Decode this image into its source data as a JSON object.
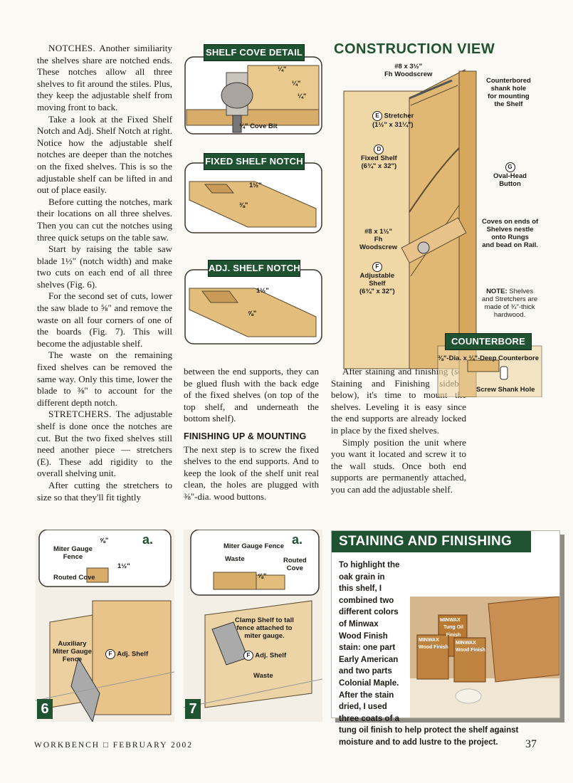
{
  "column1": {
    "p1_runin": "NOTCHES.",
    "p1_text": "Another similiarity the shelves share are notched ends. These notches allow all three shelves to fit around the stiles. Plus, they keep the adjustable shelf from moving front to back.",
    "p2_text": "Take a look at the Fixed Shelf Notch and Adj. Shelf Notch at right. Notice how the adjustable shelf notches are deeper than the notches on the fixed shelves. This is so the adjustable shelf can be lifted in and out of place easily.",
    "p3_text": "Before cutting the notches, mark their locations on all three shelves. Then you can cut the notches using three quick setups on the table saw.",
    "p4_text": "Start by raising the table saw blade 1½\" (notch width) and make two cuts on each end of all three shelves (Fig. 6).",
    "p5_text": "For the second set of cuts, lower the saw blade to ⅝\" and remove the waste on all four corners of one of the boards (Fig. 7). This will become the adjustable shelf.",
    "p6_text": "The waste on the remaining fixed shelves can be removed the same way. Only this time, lower the blade to ⅜\" to account for the different depth notch.",
    "p7_runin": "STRETCHERS.",
    "p7_text": "The adjustable shelf is done once the notches are cut. But the two fixed shelves still need another piece — stretchers (E). These add rigidity to the overall shelving unit.",
    "p8_text": "After cutting the stretchers to size so that they'll fit tightly"
  },
  "column2": {
    "p1_text": "between the end supports, they can be glued flush with the back edge of the fixed shelves (on top of the top shelf, and underneath the bottom shelf).",
    "subhead": "FINISHING UP & MOUNTING",
    "p2_text": "The next step is to screw the fixed shelves to the end supports. And to keep the look of the shelf unit real clean, the holes are plugged with ⅜\"-dia. wood buttons."
  },
  "column3": {
    "p1_text": "After staining and finishing (see Staining and Finishing sidebar below), it's time to mount the shelves. Leveling it is easy since the end supports are already locked in place by the fixed shelves.",
    "p2_text": "Simply position the unit where you want it located and screw it to the wall studs. Once both end supports are permanently attached, you can add the adjustable shelf."
  },
  "shelf_cove": {
    "title": "SHELF COVE DETAIL",
    "dim1": "¼\"",
    "dim2": "¼\"",
    "dim3": "¼\"",
    "bit": "¼\" Cove Bit"
  },
  "fixed_notch": {
    "title": "FIXED SHELF NOTCH",
    "dim_w": "1½\"",
    "dim_d": "⅜\""
  },
  "adj_notch": {
    "title": "ADJ. SHELF NOTCH",
    "dim_w": "1½\"",
    "dim_d": "⅝\""
  },
  "construction": {
    "title": "CONSTRUCTION VIEW",
    "screw_top": "#8 x 3½\"\nFh Woodscrew",
    "counterbored": "Counterbored\nshank hole\nfor mounting\nthe Shelf",
    "stretcher_letter": "E",
    "stretcher": "Stretcher\n(1½\" x 31¼\")",
    "fixed_letter": "D",
    "fixed": "Fixed Shelf\n(6¾\" x 32\")",
    "button_letter": "G",
    "button": "Oval-Head\nButton",
    "screw_mid": "#8 x 1½\"\nFh\nWoodscrew",
    "coves": "Coves on ends of\nShelves nestle\nonto Rungs\nand bead on Rail.",
    "adj_letter": "F",
    "adj": "Adjustable\nShelf\n(6¾\" x 32\")",
    "note_label": "NOTE:",
    "note": "Shelves\nand Stretchers are\nmade of ¾\"-thick\nhardwood.",
    "counterbore_title": "COUNTERBORE",
    "counterbore_dim": "⅜\"-Dia. x ¼\"-Deep Counterbore",
    "shank_hole": "Screw Shank Hole"
  },
  "fig6": {
    "number": "6",
    "inset": "a.",
    "dim_top": "⅝\"",
    "miter_fence": "Miter Gauge\nFence",
    "routed_cove": "Routed Cove",
    "dim_side": "1½\"",
    "aux_fence": "Auxiliary\nMiter Gauge\nFence",
    "part_letter": "F",
    "part": "Adj. Shelf"
  },
  "fig7": {
    "number": "7",
    "inset": "a.",
    "miter_fence": "Miter Gauge Fence",
    "waste": "Waste",
    "routed_cove": "Routed\nCove",
    "dim": "⅝\"",
    "clamp": "Clamp Shelf to tall\nfence attached to\nmiter gauge.",
    "part_letter": "F",
    "part": "Adj. Shelf",
    "waste2": "Waste"
  },
  "sidebar": {
    "title": "STAINING AND FINISHING",
    "body": "To highlight the oak grain in this shelf, I combined two different colors of Minwax Wood Finish stain: one part Early American and two parts Colonial Maple. After the stain dried, I used three coats of a tung oil finish to help protect the shelf against moisture and to add lustre to the project.",
    "can1_brand": "MINWAX",
    "can1_label": "Tung Oil Finish",
    "can2_brand": "MINWAX",
    "can2_label": "Wood Finish",
    "can3_brand": "MINWAX",
    "can3_label": "Wood Finish"
  },
  "footer": {
    "left": "WORKBENCH □ FEBRUARY 2002",
    "page": "37"
  }
}
